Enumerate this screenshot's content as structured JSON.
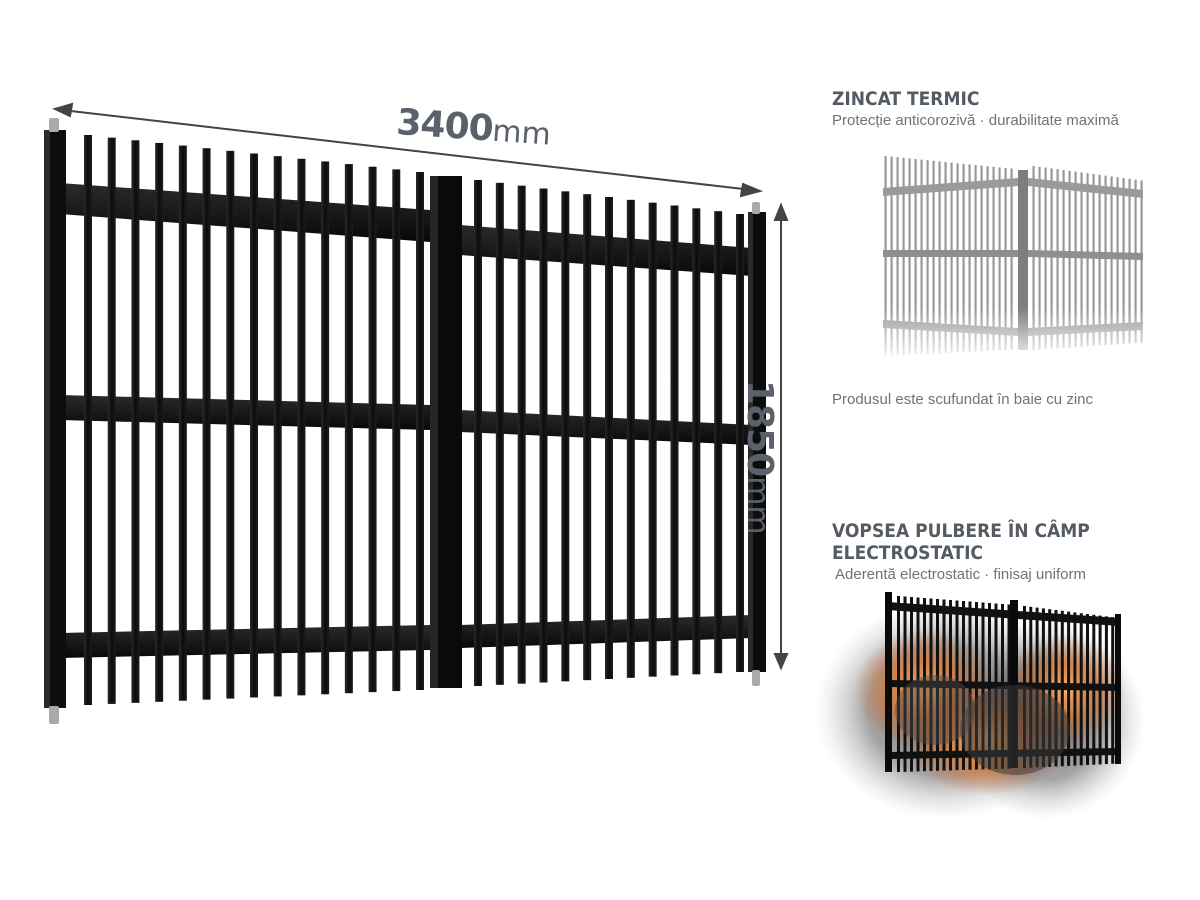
{
  "dimensions": {
    "width_value": "3400",
    "width_unit": "mm",
    "height_value": "1850",
    "height_unit": "mm"
  },
  "features": [
    {
      "title": "ZINCAT TERMIC",
      "subtitle": "Protecție anticorozivă · durabilitate maximă",
      "note": "Produsul este scufundat în baie cu zinc"
    },
    {
      "title": "VOPSEA PULBERE ÎN CÂMP ELECTROSTATIC",
      "subtitle": "Aderentă electrostatic · finisaj uniform"
    }
  ],
  "colors": {
    "gate": "#111111",
    "text_title": "#555b63",
    "text_sub": "#6e737a",
    "dimension": "#5a616b"
  }
}
